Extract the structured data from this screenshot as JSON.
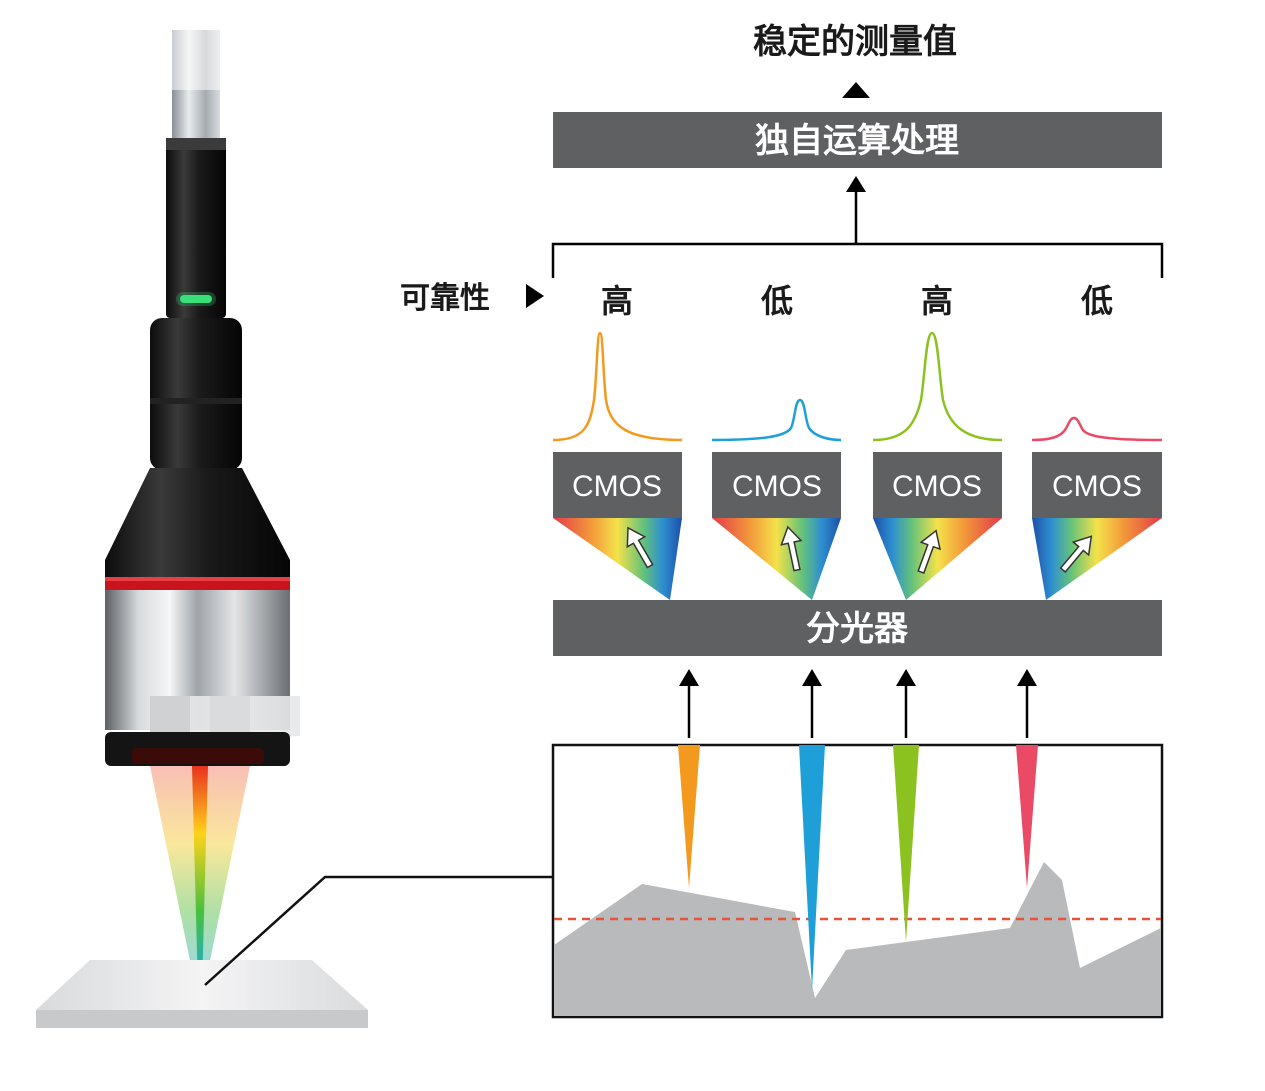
{
  "output_label": "稳定的测量值",
  "processing_label": "独自运算处理",
  "reliability": {
    "label": "可靠性",
    "values": [
      "高",
      "低",
      "高",
      "低"
    ]
  },
  "cmos_label": "CMOS",
  "splitter_label": "分光器",
  "colors": {
    "box": "#5f6062",
    "orange": "#f39a1e",
    "blue": "#1f9fd8",
    "green": "#8cc21f",
    "red": "#ea4a66",
    "surface": "#b9babb",
    "threshold": "#e8513c"
  },
  "channels": [
    {
      "color": "orange",
      "reliability": "高"
    },
    {
      "color": "blue",
      "reliability": "低"
    },
    {
      "color": "green",
      "reliability": "高"
    },
    {
      "color": "red",
      "reliability": "低"
    }
  ]
}
